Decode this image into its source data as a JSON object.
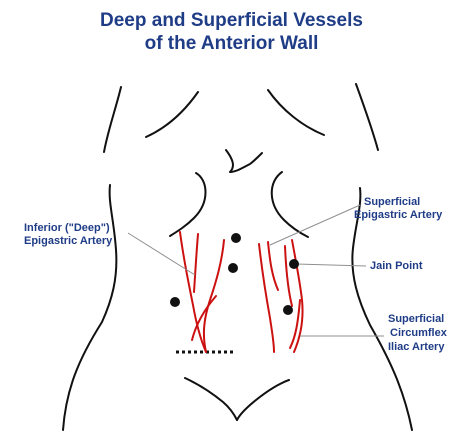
{
  "title": {
    "line1": "Deep and Superficial Vessels",
    "line2": "of the Anterior Wall"
  },
  "labels": {
    "inferior_deep_line1": "Inferior (\"Deep\")",
    "inferior_deep_line2": "Epigastric Artery",
    "superficial_epigastric_line1": "Superficial",
    "superficial_epigastric_line2": "Epigastric Artery",
    "jain_point": "Jain Point",
    "superficial_circumflex_line1": "Superficial",
    "superficial_circumflex_line2": "Circumflex",
    "superficial_circumflex_line3": "Iliac Artery"
  },
  "colors": {
    "title": "#1f3c86",
    "artery": "#cc1111",
    "outline": "#111111",
    "leader": "#8f8f8f"
  }
}
